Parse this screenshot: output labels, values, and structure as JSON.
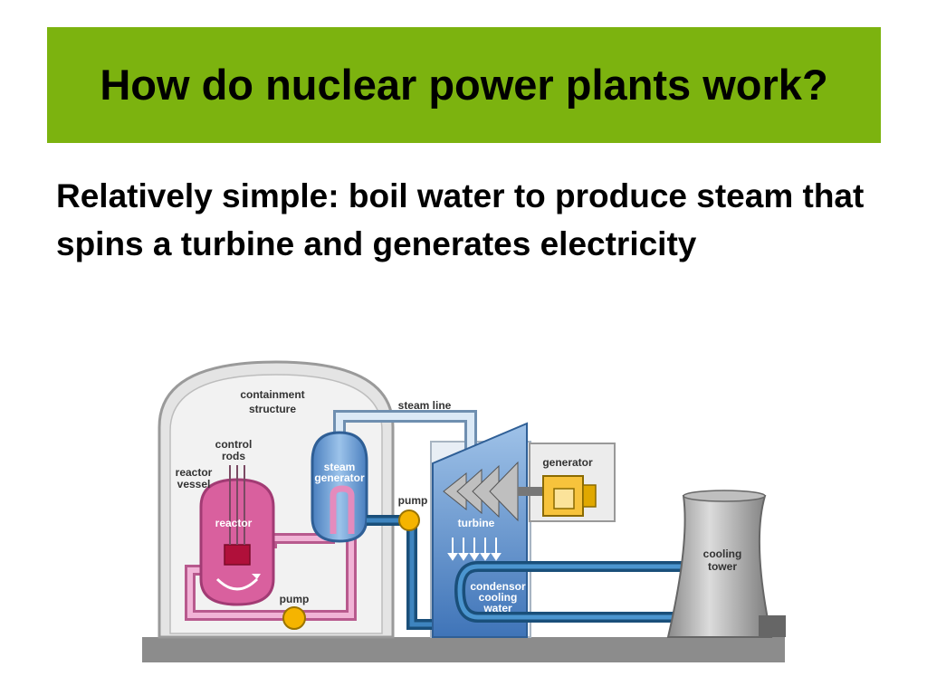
{
  "slide": {
    "title": "How do nuclear power plants work?",
    "body": "Relatively simple: boil water to produce steam that spins a turbine and generates electricity"
  },
  "diagram": {
    "labels": {
      "containment_1": "containment",
      "containment_2": "structure",
      "steam_line": "steam line",
      "control_1": "control",
      "control_2": "rods",
      "vessel_1": "reactor",
      "vessel_2": "vessel",
      "sg_1": "steam",
      "sg_2": "generator",
      "pump_top": "pump",
      "generator": "generator",
      "reactor": "reactor",
      "turbine": "turbine",
      "cooling_1": "cooling",
      "cooling_2": "tower",
      "condensor_1": "condensor",
      "condensor_2": "cooling",
      "condensor_3": "water",
      "pump_bottom": "pump"
    },
    "colors": {
      "title_bar": "#7cb30f",
      "containment": "#e2e2e2",
      "reactor": "#d85a9a",
      "primary_loop": "#e28cbe",
      "steam_generator": "#6c9ed6",
      "steam_line": "#c5dcef",
      "turbine": "#5b8fce",
      "cooling_loop": "#1f5c8a",
      "pump": "#f5b400",
      "generator": "#f7c33c",
      "cooling_tower": "#a8a8a8",
      "ground": "#8c8c8c"
    }
  }
}
